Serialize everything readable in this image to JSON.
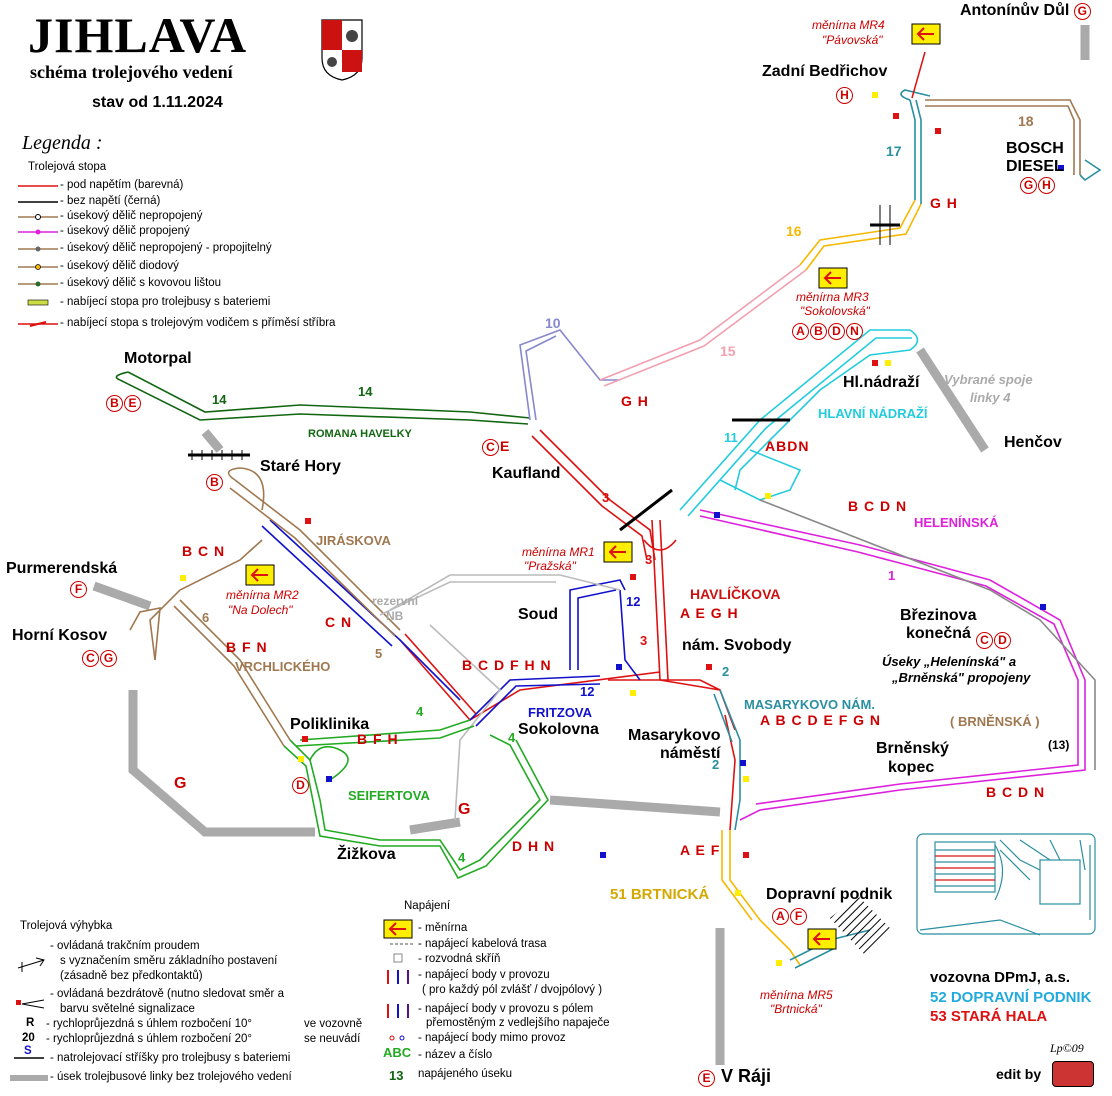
{
  "header": {
    "title": "JIHLAVA",
    "subtitle": "schéma trolejového vedení",
    "date": "stav od 1.11.2024"
  },
  "legend": {
    "heading": "Legenda :",
    "track_heading": "Trolejová stopa",
    "items": [
      "- pod napětím (barevná)",
      "- bez napětí (černá)",
      "- úsekový dělič nepropojený",
      "- úsekový dělič propojený",
      "- úsekový dělič nepropojený - propojitelný",
      "- úsekový dělič diodový",
      "- úsekový dělič s kovovou lištou",
      "- nabíjecí stopa pro trolejbusy s bateriemi",
      "- nabíjecí stopa s trolejovým vodičem s příměsí stříbra"
    ],
    "switch_heading": "Trolejová výhybka",
    "switch_items": [
      "- ovládaná trakčním proudem",
      "s vyznačením směru základního postavení",
      "(zásadně bez předkontaktů)",
      "- ovládaná bezdrátově (nutno sledovat směr a",
      "barvu světelné signalizace",
      "- rychloprůjezdná s úhlem rozbočení 10°",
      "- rychloprůjezdná s úhlem rozbočení 20°",
      "ve vozovně",
      "se neuvádí",
      "- natrolejovací stříšky pro trolejbusy s bateriemi",
      "- úsek trolejbusové linky bez trolejového vedení"
    ],
    "switch_symbols": [
      "R",
      "20",
      "S"
    ],
    "power_heading": "Napájení",
    "power_items": [
      "- měnírna",
      "- napájecí kabelová trasa",
      "- rozvodná skříň",
      "- napájecí body v provozu",
      "( pro každý pól zvlášť / dvojpólový )",
      "- napájecí body v provozu s pólem",
      "přemostěným z vedlejšího napaječe",
      "- napájecí body mimo provoz",
      "- název a číslo",
      "napájeného úseku"
    ],
    "power_abc": "ABC",
    "power_num": "13"
  },
  "stops": {
    "antoninuv_dul": "Antonínův Důl",
    "zadni_bedrichov": "Zadní Bedřichov",
    "bosch": "BOSCH",
    "diesel": "DIESEL",
    "motorpal": "Motorpal",
    "stare_hory": "Staré Hory",
    "kaufland": "Kaufland",
    "hl_nadrazi": "Hl.nádraží",
    "purmerendska": "Purmerendská",
    "horni_kosov": "Horní Kosov",
    "soud": "Soud",
    "nam_svobody": "nám. Svobody",
    "brezinova": "Březinova",
    "konecna": "konečná",
    "poliklinika": "Poliklinika",
    "sokolovna": "Sokolovna",
    "masarykovo": "Masarykovo",
    "namesti": "náměstí",
    "brnensky": "Brněnský",
    "kopec": "kopec",
    "zizkova": "Žižkova",
    "dopravni_podnik": "Dopravní podnik",
    "v_raji": "V Ráji",
    "hencov": "Henčov"
  },
  "circles": {
    "antoninuv_dul": [
      "G"
    ],
    "zadni_bedrichov": [
      "H"
    ],
    "bosch": [
      "G",
      "H"
    ],
    "motorpal": [
      "B",
      "E"
    ],
    "stare_hory": [
      "B"
    ],
    "kaufland": [
      "C"
    ],
    "kaufland_letter": "E",
    "purmerendska": [
      "F"
    ],
    "horni_kosov": [
      "C",
      "G"
    ],
    "hl_nadrazi_mr3": [
      "A",
      "B",
      "D",
      "N"
    ],
    "brezinova": [
      "C",
      "D"
    ],
    "poliklinika": [
      "D"
    ],
    "dopravni_podnik": [
      "A",
      "F"
    ],
    "v_raji": [
      "E"
    ]
  },
  "sections": {
    "romana_havelky": "ROMANA HAVELKY",
    "jiraskova": "JIRÁSKOVA",
    "vrchlickeho": "VRCHLICKÉHO",
    "havlickova": "HAVLÍČKOVA",
    "hlavni_nadrazi": "HLAVNÍ NÁDRAŽÍ",
    "heleninska": "HELENÍNSKÁ",
    "fritzova": "FRITZOVA",
    "masarykovo_nam": "MASARYKOVO NÁM.",
    "seifertova": "SEIFERTOVA",
    "brnenska": "( BRNĚNSKÁ )",
    "brtnicka": "51 BRTNICKÁ",
    "rezervni": "rezervní",
    "nb": "NB",
    "vybrane": "Vybrané spoje",
    "linky4": "linky 4"
  },
  "line_labels": {
    "gh_top": "G H",
    "gh_mid": "G H",
    "abdn": "ABDN",
    "bcdn_hel": "B C D N",
    "bcn": "B C N",
    "cn": "C N",
    "bfn": "B F N",
    "bcdfhn": "B C D F H N",
    "aegh": "A E G H",
    "abcdefgn": "A B C D E F G N",
    "bfh": "B F H",
    "dhn": "D H N",
    "bcdn_brn": "B C D N",
    "aef": "A E F",
    "g_left": "G",
    "g_mid": "G"
  },
  "substations": {
    "mr4_name": "měnírna MR4",
    "mr4_place": "\"Pávovská\"",
    "mr3_name": "měnírna MR3",
    "mr3_place": "\"Sokolovská\"",
    "mr1_name": "měnírna MR1",
    "mr1_place": "\"Pražská\"",
    "mr2_name": "měnírna MR2",
    "mr2_place": "\"Na Dolech\"",
    "mr5_name": "měnírna MR5",
    "mr5_place": "\"Brtnická\""
  },
  "section_numbers": {
    "n1": "1",
    "n2a": "2",
    "n2b": "2",
    "n3a": "3",
    "n3b": "3",
    "n3c": "3",
    "n4a": "4",
    "n4b": "4",
    "n4c": "4",
    "n5": "5",
    "n6": "6",
    "n10": "10",
    "n11": "11",
    "n12a": "12",
    "n12b": "12",
    "n13": "(13)",
    "n14a": "14",
    "n14b": "14",
    "n15": "15",
    "n16": "16",
    "n17": "17",
    "n18": "18"
  },
  "notes": {
    "useky1": "Úseky „Helenínská\" a",
    "useky2": "„Brněnská\" propojeny"
  },
  "depot": {
    "title": "vozovna DPmJ, a.s.",
    "line52": "52 DOPRAVNÍ PODNIK",
    "line53": "53 STARÁ HALA"
  },
  "credits": {
    "lp": "Lp©09",
    "edit": "edit by"
  },
  "colors": {
    "red": "#dd1111",
    "blue": "#1111cc",
    "green": "#22aa22",
    "darkgreen": "#116611",
    "cyan": "#22ccdd",
    "magenta": "#dd22dd",
    "tan": "#a07850",
    "orange": "#f5b800",
    "pink": "#f2a0b0",
    "lavender": "#8888cc",
    "teal": "#2a8fa0",
    "grey": "#aaaaaa"
  }
}
